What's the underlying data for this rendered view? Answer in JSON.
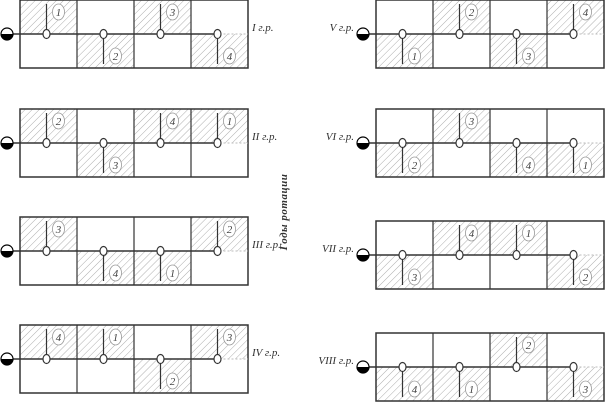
{
  "axis_label": "Годы ротации",
  "colors": {
    "line": "#333333",
    "hatch": "#888888",
    "fill_dark": "#000000"
  },
  "groups": [
    {
      "label": "I г.р.",
      "side": "left",
      "row": 0,
      "cells": [
        {
          "half": "top",
          "n": "1"
        },
        {
          "half": "bottom",
          "n": "2"
        },
        {
          "half": "top",
          "n": "3"
        },
        {
          "half": "bottom",
          "n": "4"
        }
      ]
    },
    {
      "label": "II г.р.",
      "side": "left",
      "row": 1,
      "cells": [
        {
          "half": "top",
          "n": "2"
        },
        {
          "half": "bottom",
          "n": "3"
        },
        {
          "half": "top",
          "n": "4"
        },
        {
          "half": "top",
          "n": "1"
        }
      ]
    },
    {
      "label": "III г.р.",
      "side": "left",
      "row": 2,
      "cells": [
        {
          "half": "top",
          "n": "3"
        },
        {
          "half": "bottom",
          "n": "4"
        },
        {
          "half": "bottom",
          "n": "1"
        },
        {
          "half": "top",
          "n": "2"
        }
      ]
    },
    {
      "label": "IV г.р.",
      "side": "left",
      "row": 3,
      "cells": [
        {
          "half": "top",
          "n": "4"
        },
        {
          "half": "top",
          "n": "1"
        },
        {
          "half": "bottom",
          "n": "2"
        },
        {
          "half": "top",
          "n": "3"
        }
      ]
    },
    {
      "label": "V г.р.",
      "side": "right",
      "row": 0,
      "cells": [
        {
          "half": "bottom",
          "n": "1"
        },
        {
          "half": "top",
          "n": "2"
        },
        {
          "half": "bottom",
          "n": "3"
        },
        {
          "half": "top",
          "n": "4"
        }
      ]
    },
    {
      "label": "VI г.р.",
      "side": "right",
      "row": 1,
      "cells": [
        {
          "half": "bottom",
          "n": "2"
        },
        {
          "half": "top",
          "n": "3"
        },
        {
          "half": "bottom",
          "n": "4"
        },
        {
          "half": "bottom",
          "n": "1"
        }
      ]
    },
    {
      "label": "VII г.р.",
      "side": "right",
      "row": 2,
      "cells": [
        {
          "half": "bottom",
          "n": "3"
        },
        {
          "half": "top",
          "n": "4"
        },
        {
          "half": "top",
          "n": "1"
        },
        {
          "half": "bottom",
          "n": "2"
        }
      ]
    },
    {
      "label": "VIII г.р.",
      "side": "right",
      "row": 3,
      "cells": [
        {
          "half": "bottom",
          "n": "4"
        },
        {
          "half": "bottom",
          "n": "1"
        },
        {
          "half": "top",
          "n": "2"
        },
        {
          "half": "bottom",
          "n": "3"
        }
      ]
    }
  ]
}
